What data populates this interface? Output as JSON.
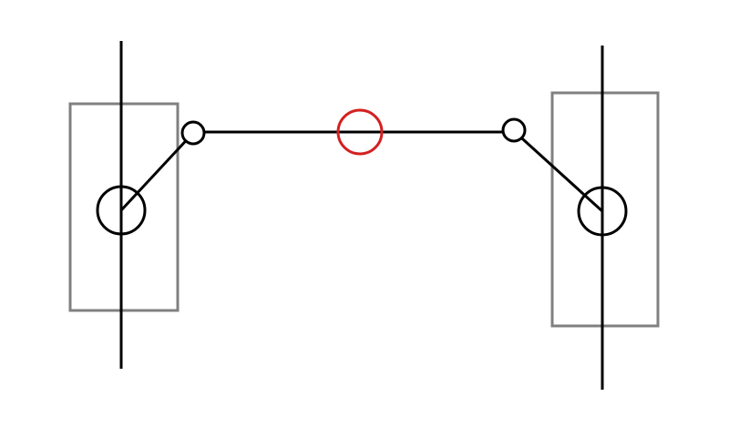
{
  "colors": {
    "background": "#ffffff",
    "stroke": "#000000",
    "wheel_outline": "#808080",
    "highlight": "#d42020"
  },
  "elements": {
    "left_wheel": "rectangle",
    "right_wheel": "rectangle",
    "tie_rod": "line",
    "steering_arms": "line",
    "pivots": "circle",
    "ball_joints": "circle",
    "center_highlight": "circle"
  }
}
